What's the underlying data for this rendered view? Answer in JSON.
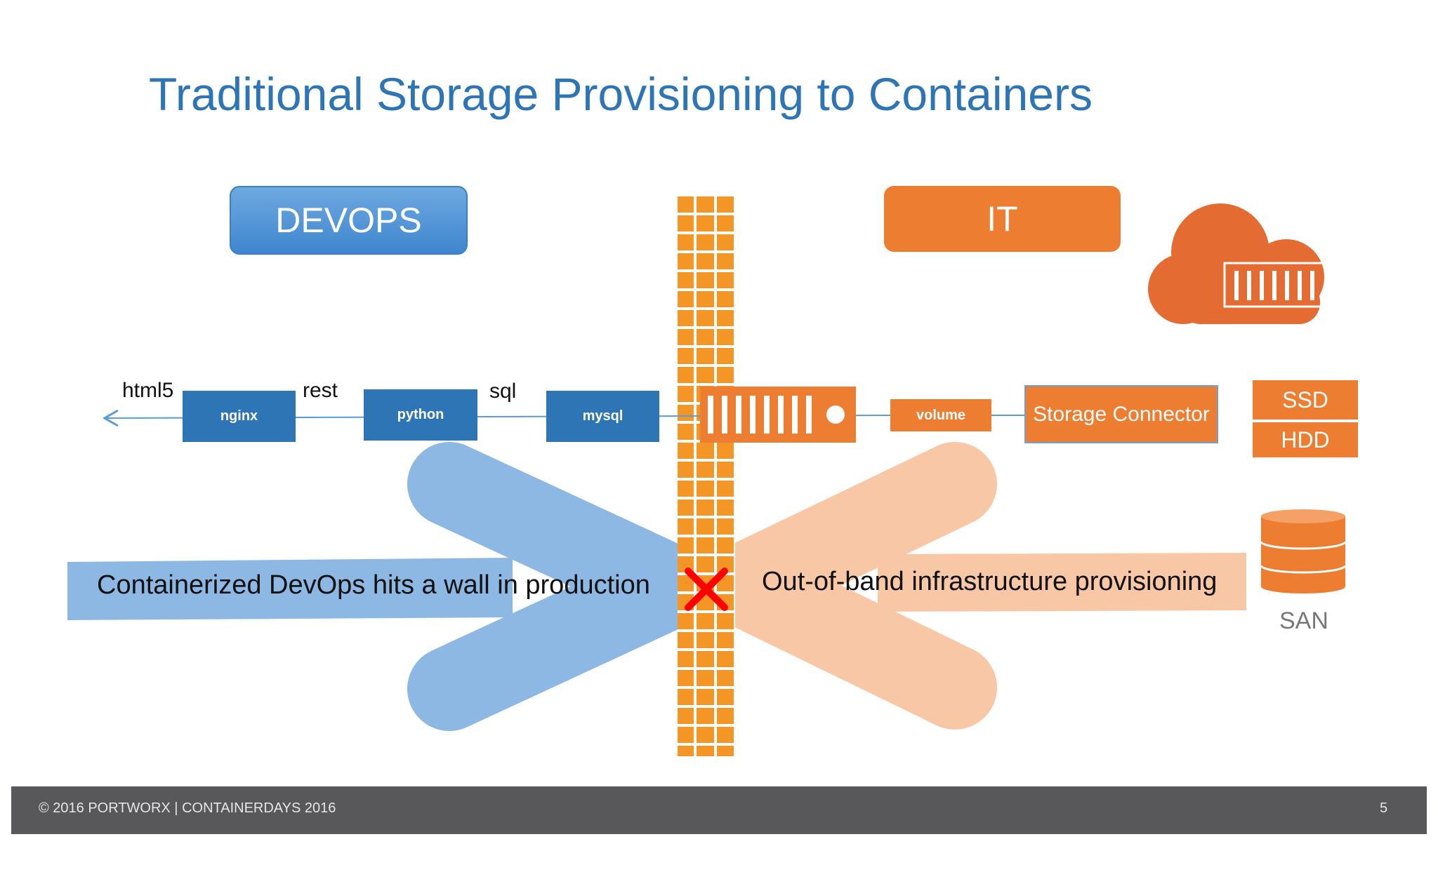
{
  "title": "Traditional Storage Provisioning to Containers",
  "devops_label": "DEVOPS",
  "it_label": "IT",
  "pipeline": {
    "html5": "html5",
    "nginx": "nginx",
    "rest": "rest",
    "python": "python",
    "sql": "sql",
    "mysql": "mysql",
    "volume": "volume",
    "storage_connector": "Storage Connector"
  },
  "storage": {
    "ssd": "SSD",
    "hdd": "HDD",
    "san": "SAN"
  },
  "left_arrow_text": "Containerized DevOps hits a wall in production",
  "right_arrow_text": "Out-of-band infrastructure provisioning",
  "footer": {
    "copyright": "© 2016  PORTWORX  |  CONTAINERDAYS 2016",
    "page": "5"
  },
  "colors": {
    "blue": "#2e75b6",
    "orange": "#ed7d31",
    "light_blue": "#8db8e3",
    "light_orange": "#f8c8a6",
    "brick": "#f39625",
    "red_x": "#ff0000"
  }
}
